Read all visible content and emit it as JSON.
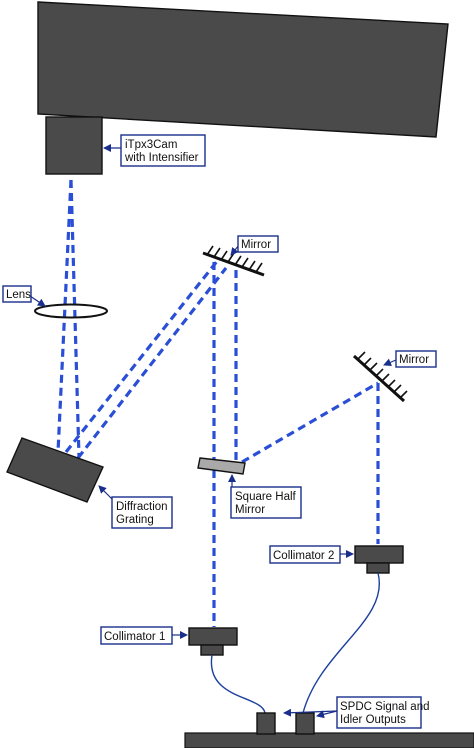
{
  "labels": {
    "camera_line1": "iTpx3Cam",
    "camera_line2": "with Intensifier",
    "lens": "Lens",
    "mirror_top": "Mirror",
    "mirror_right": "Mirror",
    "grating_line1": "Diffraction",
    "grating_line2": "Grating",
    "half_mirror_line1": "Square Half",
    "half_mirror_line2": "Mirror",
    "collimator_1": "Collimator 1",
    "collimator_2": "Collimator 2",
    "spdc_line1": "SPDC Signal and",
    "spdc_line2": "Idler Outputs"
  },
  "colors": {
    "beam": "#2a4fd6",
    "label_border": "#1a2f8c",
    "device_fill": "#4a4a4a",
    "half_mirror_fill": "#a9a9a9",
    "fiber": "#1d3f9e"
  }
}
